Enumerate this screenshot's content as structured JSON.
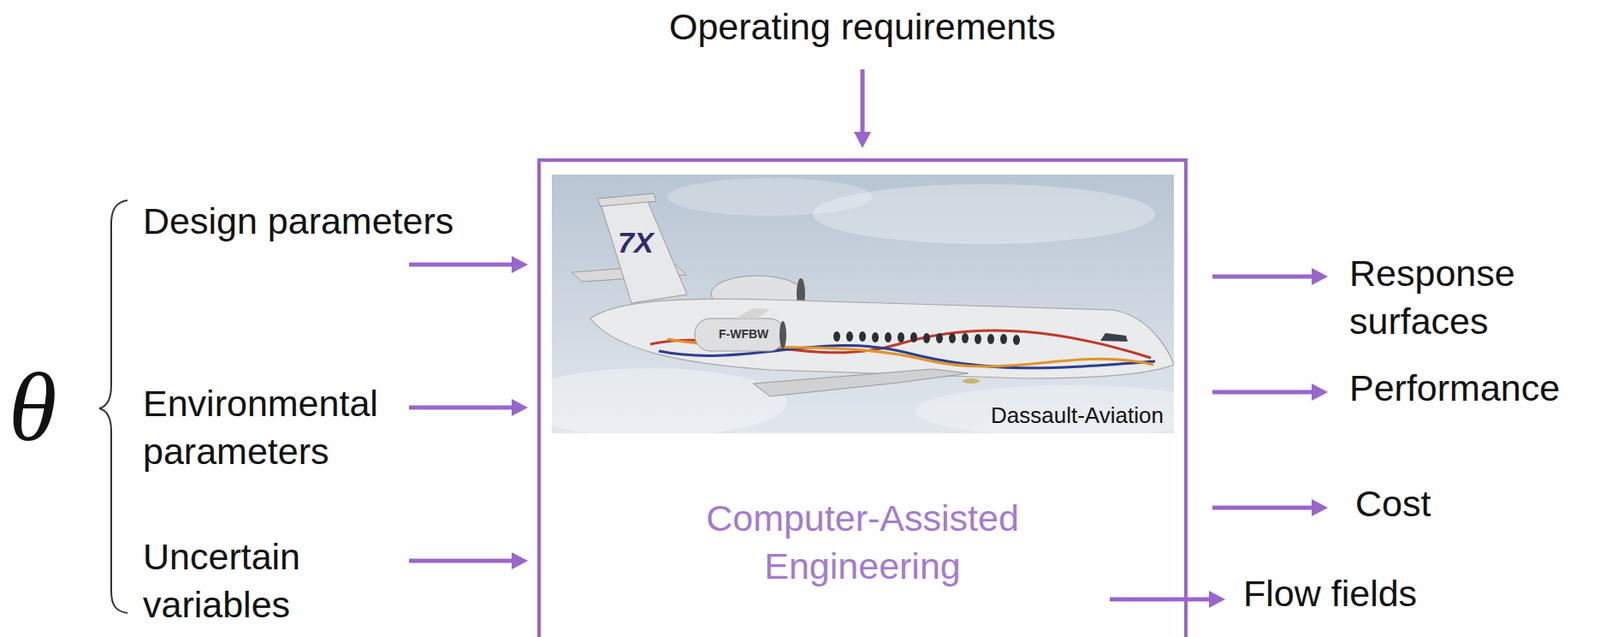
{
  "diagram": {
    "nodes": [
      {
        "text": [
          "Computer-Assisted Engineering"
        ]
      }
    ],
    "labels": [
      "Operating requirements",
      "θ",
      "Design parameters",
      "Environmental parameters",
      "Uncertain variables",
      "7X",
      "F-WFBW",
      "Dassault-Aviation",
      "Response surfaces",
      "Performance",
      "Cost",
      "Flow fields"
    ]
  }
}
